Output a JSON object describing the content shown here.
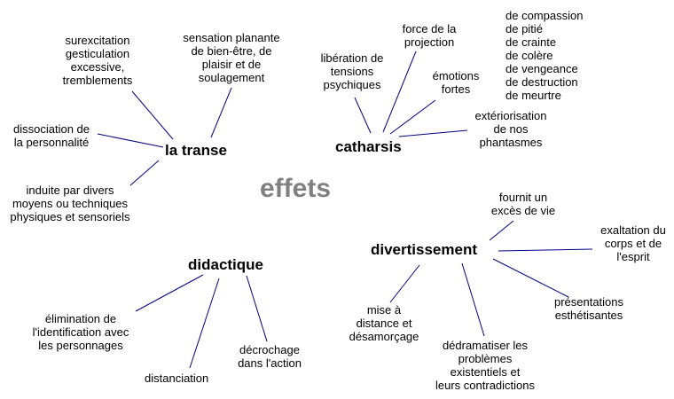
{
  "root": {
    "label": "effets",
    "color": "#808080"
  },
  "colors": {
    "line": "#000080",
    "text": "#000000"
  },
  "branches": [
    {
      "label": "la transe",
      "leaves": [
        "surexcitation\ngesticulation\nexcessive,\ntremblements",
        "sensation planante\nde bien-être, de\nplaisir et de\nsoulagement",
        "dissociation de\nla personnalité",
        "induite par divers\nmoyens ou techniques\nphysiques et sensoriels"
      ]
    },
    {
      "label": "catharsis",
      "leaves": [
        "libération de\ntensions\npsychiques",
        "force de la\nprojection",
        "émotions\nfortes",
        "de compassion\nde pitié\nde crainte\nde colère\nde vengeance\nde destruction\nde meurtre",
        "extériorisation\nde nos\nphantasmes"
      ]
    },
    {
      "label": "didactique",
      "leaves": [
        "élimination de\nl'identification avec\nles personnages",
        "distanciation",
        "décrochage\ndans l'action"
      ]
    },
    {
      "label": "divertissement",
      "leaves": [
        "fournit un\nexcès de vie",
        "exaltation du\ncorps et de\nl'esprit",
        "présentations\nesthétisantes",
        "dédramatiser les\nproblèmes\nexistentiels et\nleurs contradictions",
        "mise à\ndistance et\ndésamorçage"
      ]
    }
  ]
}
